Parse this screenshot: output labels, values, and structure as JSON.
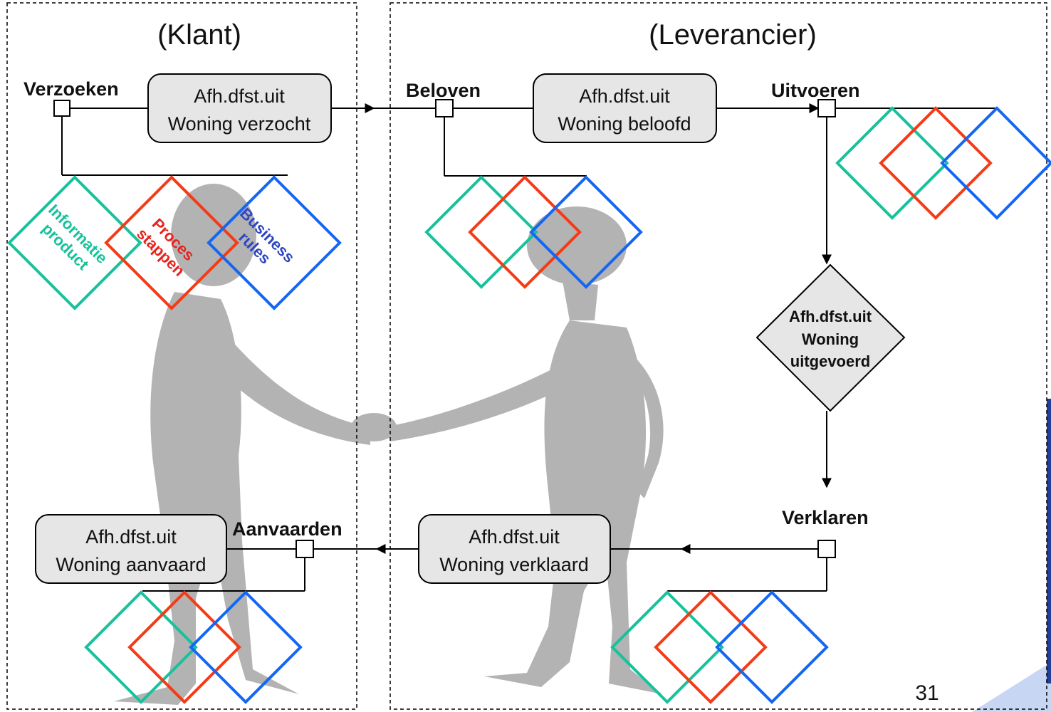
{
  "colors": {
    "green": "#17c29b",
    "red": "#f53a16",
    "blue": "#1566f2",
    "red_text": "#e8221c",
    "blue_text": "#2f46c2",
    "box_fill": "#e6e6e6",
    "figure": "#9a9a9a",
    "corner_band": "#c7d6f2"
  },
  "lanes": {
    "klant": "(Klant)",
    "leverancier": "(Leverancier)"
  },
  "steps": {
    "verzoeken": "Verzoeken",
    "beloven": "Beloven",
    "uitvoeren": "Uitvoeren",
    "verklaren": "Verklaren",
    "aanvaarden": "Aanvaarden"
  },
  "boxes": {
    "verzocht": {
      "line1": "Afh.dfst.uit",
      "line2": "Woning verzocht"
    },
    "beloofd": {
      "line1": "Afh.dfst.uit",
      "line2": "Woning beloofd"
    },
    "uitgevoerd": {
      "line1": "Afh.dfst.uit",
      "line2": "Woning",
      "line3": "uitgevoerd"
    },
    "verklaard": {
      "line1": "Afh.dfst.uit",
      "line2": "Woning verklaard"
    },
    "aanvaard": {
      "line1": "Afh.dfst.uit",
      "line2": "Woning aanvaard"
    }
  },
  "legend": {
    "informatie": {
      "line1": "Informatie",
      "line2": "product"
    },
    "proces": {
      "line1": "Proces",
      "line2": "stappen"
    },
    "business": {
      "line1": "Business",
      "line2": "rules"
    }
  },
  "page_number": "31"
}
